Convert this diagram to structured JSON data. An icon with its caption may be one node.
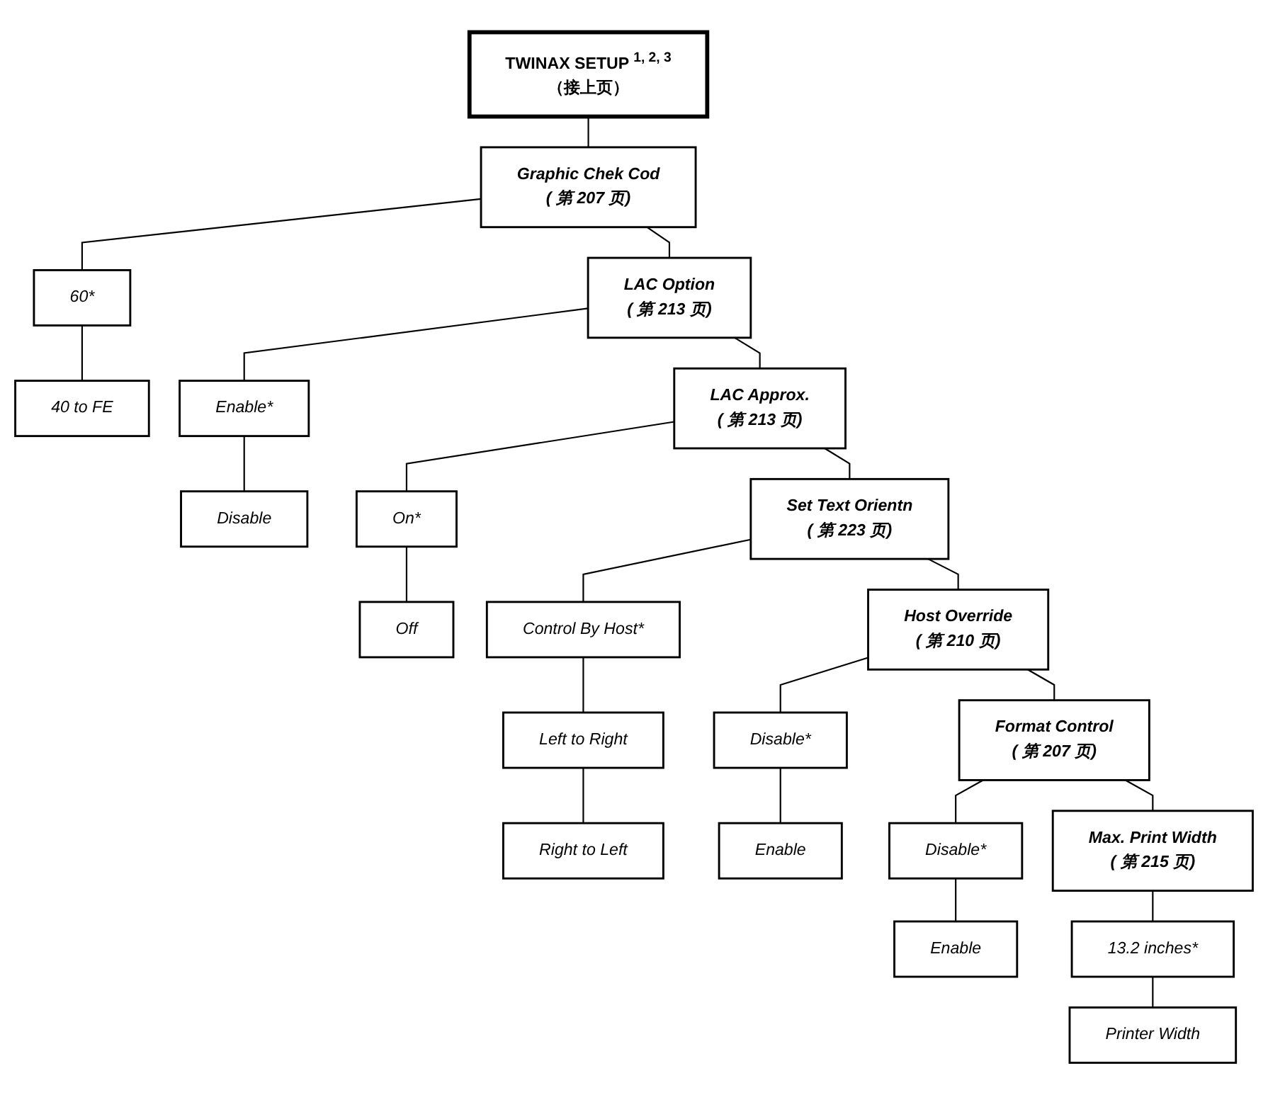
{
  "diagram": {
    "nodes": [
      {
        "text": [
          "TWINAX SETUP $^{1, 2, 3}$",
          "（接上页）"
        ]
      },
      {
        "text": [
          "Graphic Chek Cod",
          "( 第 207 页)"
        ]
      },
      {
        "text": [
          "60*"
        ]
      },
      {
        "text": [
          "40 to FE"
        ]
      },
      {
        "text": [
          "LAC Option",
          "( 第 213 页)"
        ]
      },
      {
        "text": [
          "Enable*"
        ]
      },
      {
        "text": [
          "Disable"
        ]
      },
      {
        "text": [
          "LAC Approx.",
          "( 第 213 页)"
        ]
      },
      {
        "text": [
          "On*"
        ]
      },
      {
        "text": [
          "Off"
        ]
      },
      {
        "text": [
          "Set Text Orientn",
          "( 第 223 页)"
        ]
      },
      {
        "text": [
          "Control By Host*"
        ]
      },
      {
        "text": [
          "Left to Right"
        ]
      },
      {
        "text": [
          "Right to Left"
        ]
      },
      {
        "text": [
          "Host Override",
          "( 第 210 页)"
        ]
      },
      {
        "text": [
          "Disable*"
        ]
      },
      {
        "text": [
          "Enable"
        ]
      },
      {
        "text": [
          "Format Control",
          "( 第 207 页)"
        ]
      },
      {
        "text": [
          "Disable*"
        ]
      },
      {
        "text": [
          "Enable"
        ]
      },
      {
        "text": [
          "Max. Print Width",
          "( 第 215 页)"
        ]
      },
      {
        "text": [
          "13.2 inches*"
        ]
      },
      {
        "text": [
          "Printer Width"
        ]
      }
    ],
    "edges": [
      {
        "from": 0,
        "to": 1,
        "arrow": "none"
      },
      {
        "from": 1,
        "to": 2,
        "arrow": "none"
      },
      {
        "from": 2,
        "to": 3,
        "arrow": "none"
      },
      {
        "from": 1,
        "to": 4,
        "arrow": "none"
      },
      {
        "from": 4,
        "to": 5,
        "arrow": "none"
      },
      {
        "from": 5,
        "to": 6,
        "arrow": "none"
      },
      {
        "from": 4,
        "to": 7,
        "arrow": "none"
      },
      {
        "from": 7,
        "to": 8,
        "arrow": "none"
      },
      {
        "from": 8,
        "to": 9,
        "arrow": "none"
      },
      {
        "from": 7,
        "to": 10,
        "arrow": "none"
      },
      {
        "from": 10,
        "to": 11,
        "arrow": "none"
      },
      {
        "from": 11,
        "to": 12,
        "arrow": "none"
      },
      {
        "from": 12,
        "to": 13,
        "arrow": "none"
      },
      {
        "from": 10,
        "to": 14,
        "arrow": "none"
      },
      {
        "from": 14,
        "to": 15,
        "arrow": "none"
      },
      {
        "from": 15,
        "to": 16,
        "arrow": "none"
      },
      {
        "from": 14,
        "to": 17,
        "arrow": "none"
      },
      {
        "from": 17,
        "to": 18,
        "arrow": "none"
      },
      {
        "from": 18,
        "to": 19,
        "arrow": "none"
      },
      {
        "from": 17,
        "to": 20,
        "arrow": "none"
      },
      {
        "from": 20,
        "to": 21,
        "arrow": "none"
      },
      {
        "from": 21,
        "to": 22,
        "arrow": "none"
      }
    ]
  }
}
